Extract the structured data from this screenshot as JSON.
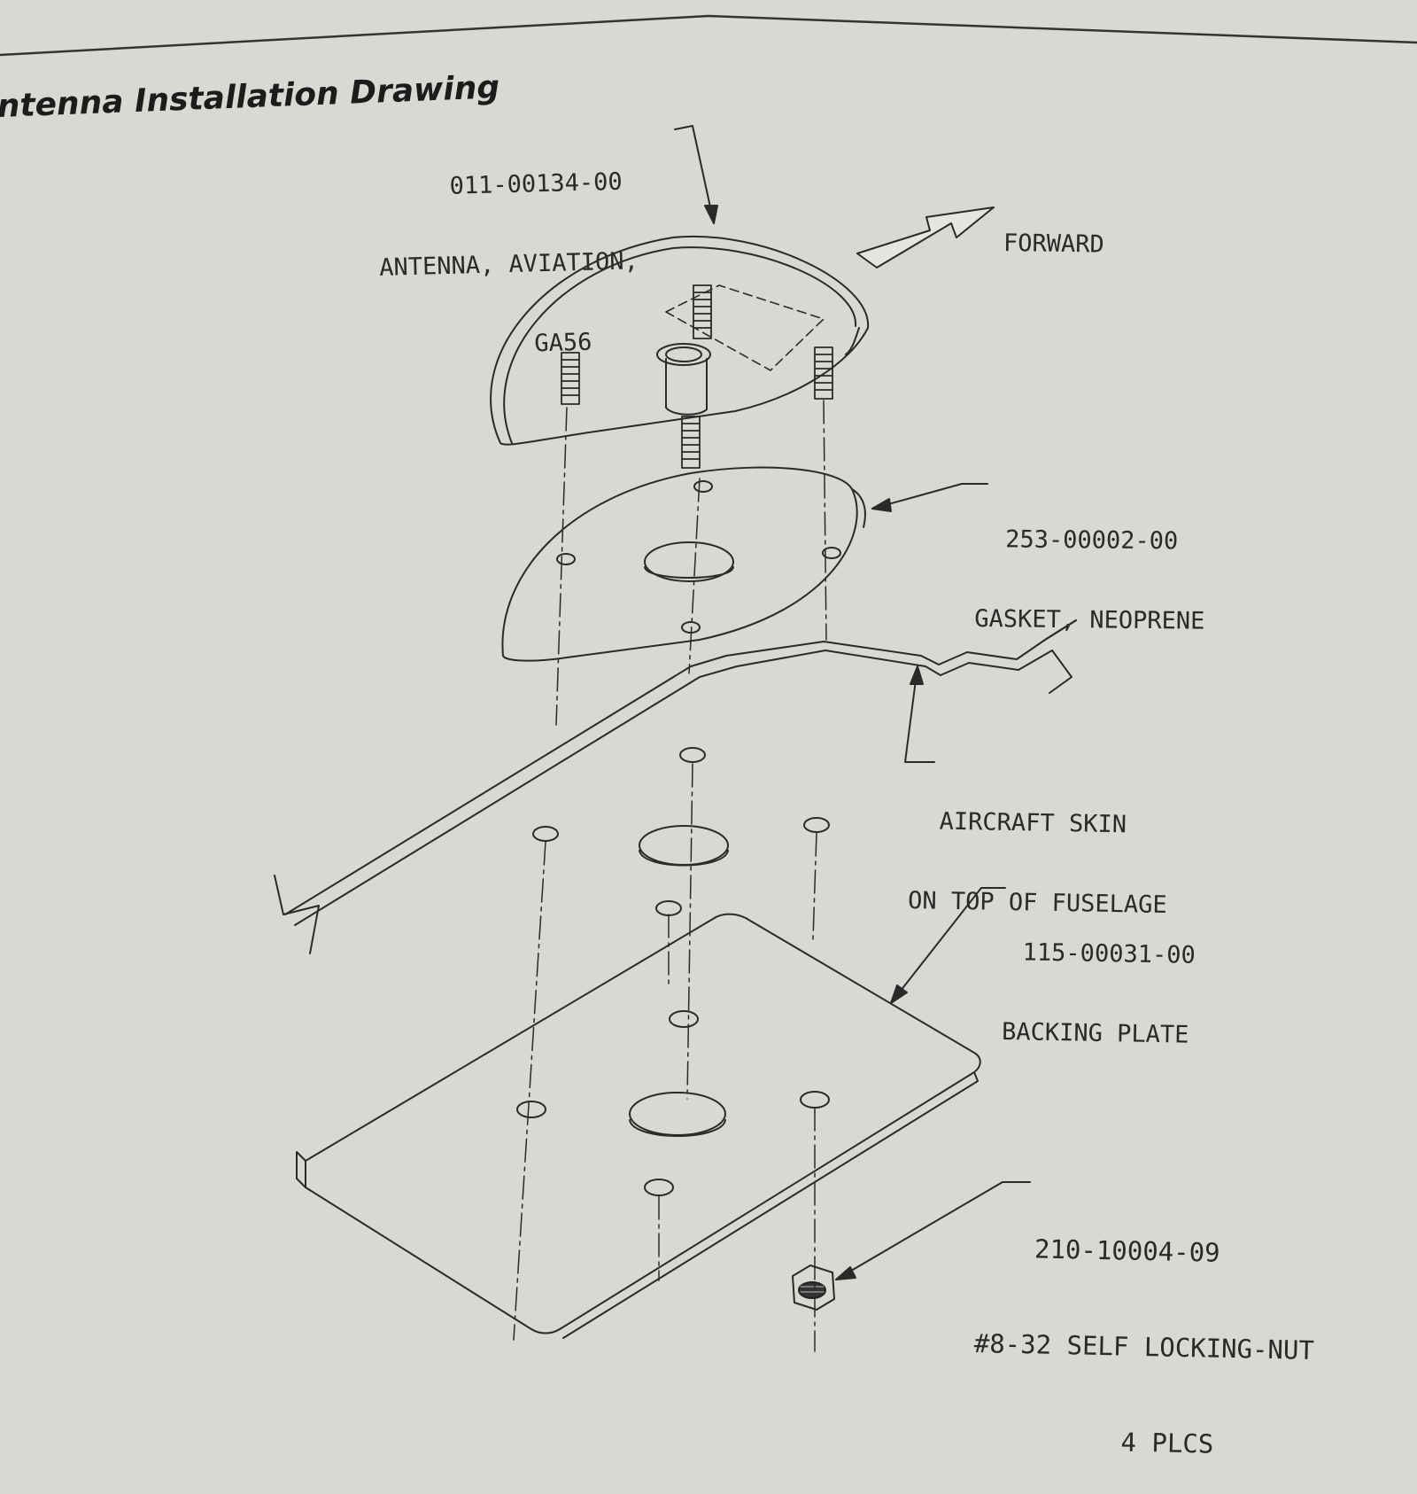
{
  "title": "ntenna Installation Drawing",
  "labels": {
    "antenna": {
      "part": "011-00134-00",
      "line1": "ANTENNA, AVIATION,",
      "line2": "GA56"
    },
    "forward": "FORWARD",
    "gasket": {
      "part": "253-00002-00",
      "desc": "GASKET, NEOPRENE"
    },
    "skin": {
      "line1": "AIRCRAFT SKIN",
      "line2": "ON TOP OF FUSELAGE"
    },
    "backing": {
      "part": "115-00031-00",
      "desc": "BACKING PLATE"
    },
    "nut": {
      "part": "210-10004-09",
      "desc": "#8-32 SELF LOCKING-NUT",
      "qty": "4 PLCS"
    }
  },
  "colors": {
    "paper": "#d9d8d3",
    "ink": "#2a2a2a",
    "arrow_fill": "#e6e5df"
  }
}
